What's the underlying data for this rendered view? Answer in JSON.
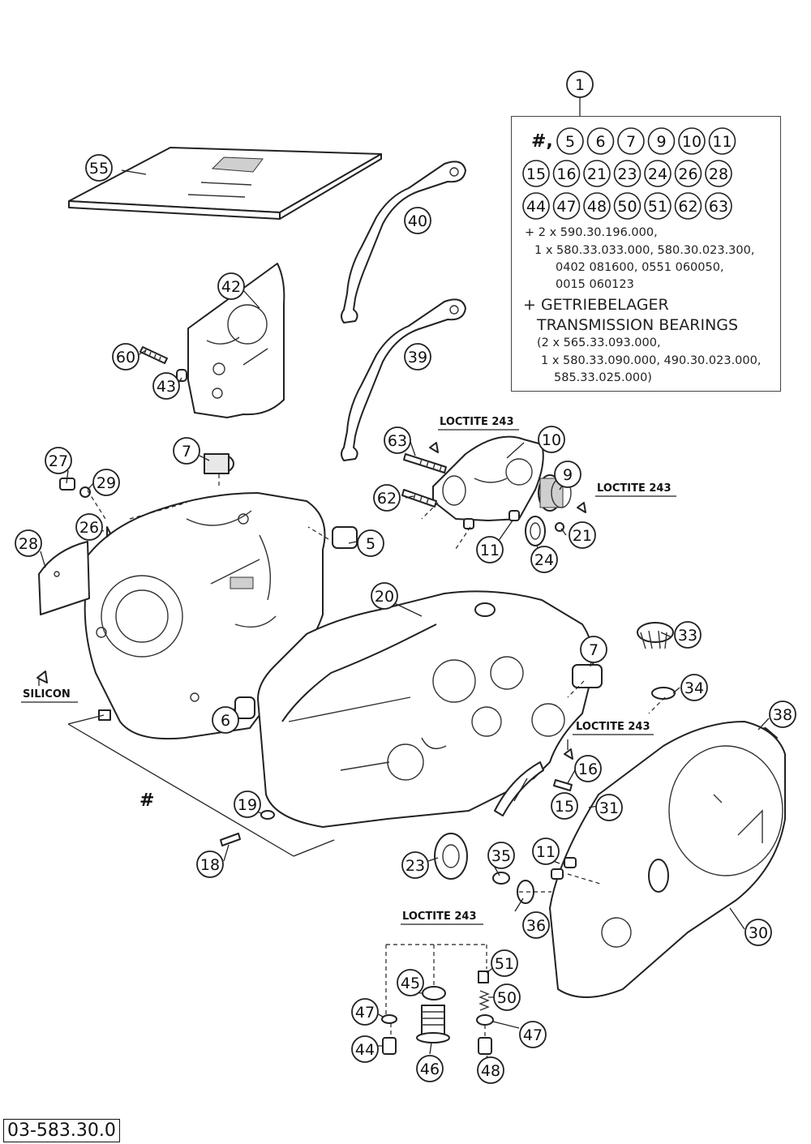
{
  "document_number": "03-583.30.0",
  "kit": {
    "callout": "1",
    "hash_symbol": "#,",
    "parts_row1": [
      "5",
      "6",
      "7",
      "9",
      "10",
      "11"
    ],
    "parts_row2": [
      "15",
      "16",
      "21",
      "23",
      "24",
      "26",
      "28"
    ],
    "parts_row3": [
      "44",
      "47",
      "48",
      "50",
      "51",
      "62",
      "63"
    ],
    "line1": "+ 2 x 590.30.196.000,",
    "line2": "1 x 580.33.033.000, 580.30.023.300,",
    "line3": "0402 081600, 0551 060050,",
    "line4": "0015 060123",
    "line5": "+ GETRIEBELAGER",
    "line6": "TRANSMISSION BEARINGS",
    "line7": "(2 x 565.33.093.000,",
    "line8": "1 x 580.33.090.000, 490.30.023.000,",
    "line9": "585.33.025.000)"
  },
  "notes": {
    "loctite_a": "LOCTITE 243",
    "loctite_b": "LOCTITE 243",
    "loctite_c": "LOCTITE 243",
    "loctite_d": "LOCTITE 243",
    "silicon": "SILICON",
    "hash": "#"
  },
  "callouts": {
    "c55": "55",
    "c40": "40",
    "c42": "42",
    "c60": "60",
    "c43": "43",
    "c39": "39",
    "c63": "63",
    "c10": "10",
    "c9": "9",
    "c62": "62",
    "c21": "21",
    "c11a": "11",
    "c24": "24",
    "c7a": "7",
    "c27": "27",
    "c29": "29",
    "c26": "26",
    "c28": "28",
    "c5": "5",
    "c20": "20",
    "c7b": "7",
    "c33": "33",
    "c34": "34",
    "c6": "6",
    "c38": "38",
    "c16": "16",
    "c19": "19",
    "c15": "15",
    "c31": "31",
    "c18": "18",
    "c23": "23",
    "c35": "35",
    "c11b": "11",
    "c36": "36",
    "c30": "30",
    "c45": "45",
    "c51": "51",
    "c50": "50",
    "c47a": "47",
    "c47b": "47",
    "c44": "44",
    "c46": "46",
    "c48": "48"
  }
}
